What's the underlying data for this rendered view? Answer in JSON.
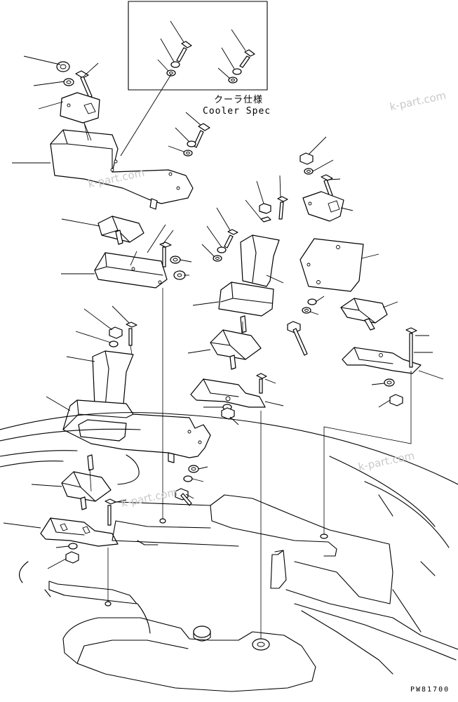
{
  "inset": {
    "label_jp": "クーラ仕様",
    "label_en": "Cooler Spec"
  },
  "figure_code": "PW81700",
  "watermarks": [
    "k-part.com",
    "k-part.com",
    "k-part.com",
    "k-part.com"
  ],
  "colors": {
    "line": "#000000",
    "background": "#ffffff",
    "watermark": "#c9c9c9"
  }
}
